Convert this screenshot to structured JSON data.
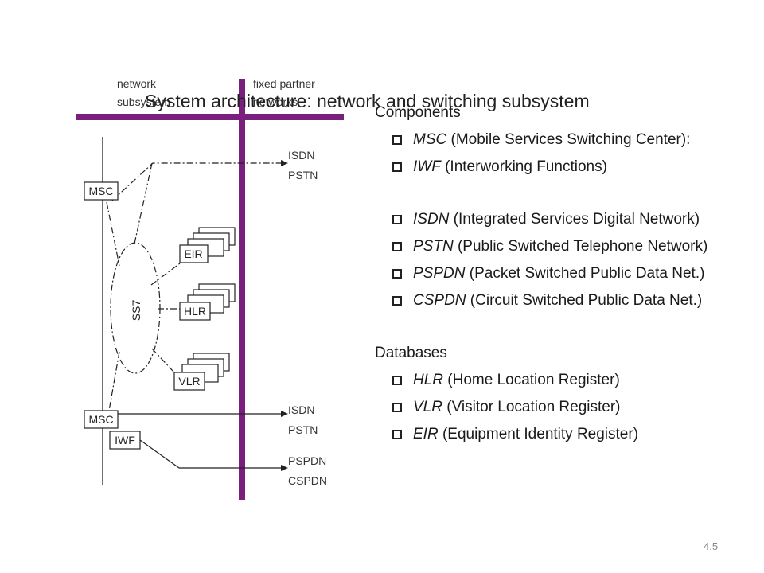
{
  "title": "System architecture: network and switching subsystem",
  "diagram": {
    "network_label": [
      "network",
      "subsystem"
    ],
    "fixed_label": [
      "fixed partner",
      "networks"
    ],
    "msc_top": "MSC",
    "msc_bottom": "MSC",
    "iwf": "IWF",
    "ss7": "SS7",
    "eir": "EIR",
    "hlr": "HLR",
    "vlr": "VLR",
    "isdn_pstn_top": [
      "ISDN",
      "PSTN"
    ],
    "isdn_pstn_mid": [
      "ISDN",
      "PSTN"
    ],
    "pspdn_cspdn": [
      "PSPDN",
      "CSPDN"
    ]
  },
  "components": {
    "heading": "Components",
    "items": [
      {
        "abbr": "MSC",
        "text": " (Mobile Services Switching Center):"
      },
      {
        "abbr": "IWF",
        "text": " (Interworking Functions)"
      },
      {
        "abbr": "ISDN",
        "text": " (Integrated Services Digital Network)"
      },
      {
        "abbr": "PSTN",
        "text": " (Public Switched Telephone Network)"
      },
      {
        "abbr": "PSPDN",
        "text": " (Packet Switched Public Data Net.)"
      },
      {
        "abbr": "CSPDN",
        "text": " (Circuit Switched Public Data Net.)"
      }
    ]
  },
  "databases": {
    "heading": "Databases",
    "items": [
      {
        "abbr": "HLR",
        "text": " (Home Location Register)"
      },
      {
        "abbr": "VLR",
        "text": " (Visitor Location Register)"
      },
      {
        "abbr": "EIR",
        "text": " (Equipment Identity Register)"
      }
    ]
  },
  "page_number": "4.5",
  "colors": {
    "accent": "#7b1f7e",
    "line": "#222222"
  }
}
